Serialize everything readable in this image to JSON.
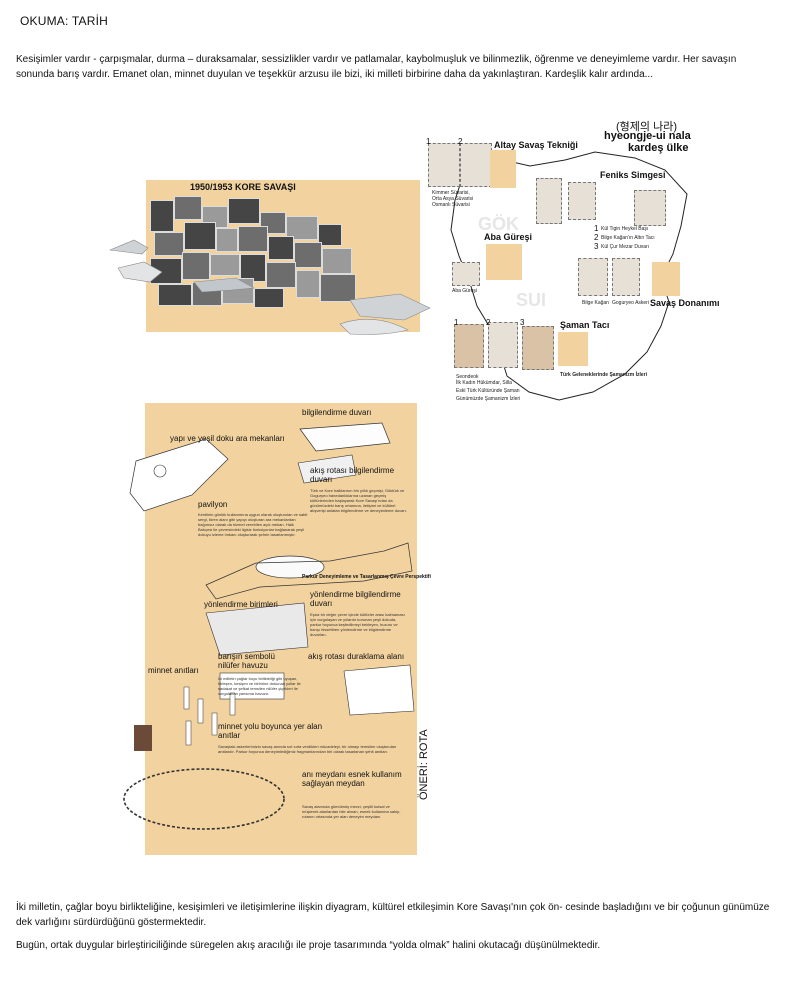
{
  "title": "OKUMA: TARİH",
  "intro": "Kesişimler vardır - çarpışmalar, durma – duraksamalar, sessizlikler vardır ve patlamalar, kaybolmuşluk ve bilinmezlik, öğrenme ve deneyimleme vardır. Her savaşın sonunda barış vardır. Emanet olan, minnet duyulan ve teşekkür arzusu ile bizi, iki milleti birbirine daha da yakınlaştıran. Kardeşlik kalır ardında...",
  "war_panel": {
    "title": "1950/1953 KORE SAVAŞI"
  },
  "map": {
    "korean_title": "(형제의 나라)",
    "romanized": "hyeongje-ui nala",
    "subtitle": "kardeş ülke",
    "region_labels": [
      "GÖK",
      "SUI"
    ],
    "sections": [
      {
        "title": "Altay Savaş Tekniği",
        "numbers": [
          "1",
          "2"
        ],
        "notes": [
          "Kimmer Süvarisi,",
          "Orta Asya Süvarisi",
          "Osmanlı Süvarisi"
        ]
      },
      {
        "title": "Feniks Simgesi",
        "numbers": [
          "1",
          "2",
          "3"
        ],
        "notes": [
          "Kül Tigin Heykel Başı",
          "Bilge Kağan'ın Altın Tacı",
          "Kül Çur Mezar Duvarı"
        ]
      },
      {
        "title": "Aba Güreşi",
        "numbers": [],
        "notes": [
          "Aba Güreşi"
        ]
      },
      {
        "title": "Savaş Donanımı",
        "numbers": [],
        "notes": [
          "Bilge Kağan",
          "Goguryeo Askeri"
        ]
      },
      {
        "title": "Şaman Tacı",
        "numbers": [
          "1",
          "2",
          "3"
        ],
        "notes": [
          "Seondeok",
          "İlk Kadın Hükümdar, Silla",
          "Eski Türk Kültüründe Şaman",
          "Günümüzde Şamanizm İzleri"
        ]
      },
      {
        "title": "Türk Geleneklerinde Şamanizm İzleri",
        "numbers": [],
        "notes": []
      }
    ]
  },
  "route": {
    "labels": [
      "bilgilendirme duvarı",
      "yapı ve yeşil doku ara mekanları",
      "akış rotası bilgilendirme duvarı",
      "pavilyon",
      "Parkur Deneyimleme ve Tasarlanmış Çevre Perspektifi",
      "yönlendirme birimleri",
      "yönlendirme bilgilendirme duvarı",
      "barışın sembolü nilüfer havuzu",
      "akış rotası duraklama alanı",
      "minnet anıtları",
      "minnet yolu boyunca yer alan anıtlar",
      "anı meydanı esnek kullanım sağlayan meydan"
    ],
    "vertical_label": "ÖNERİ: ROTA",
    "paragraphs": [
      "Türk ve Kore halklarının bin yıllık geçmişi, Göktürk ve Goguryeo hanedanlıklarına uzanan geçmiş kültürlerinden başlayarak Kore Savaşı'ndan da günümüzdeki barış ortamına, iletişimi ve kültürel alışverişi anlatan bilgilendirme ve deneyimleme duvarı.",
      "Kentlinin günlük kullanımına uygun olarak oluşturulan ve sabit sergi, tören alanı gibi yapıyı oluşturan ara mekanlardan bağımsız olarak da hizmet verebilen açık mekan. Halk Bahçesi ile çevresindeki ilgisiz fonksiyonlar bağlanarak yeşil dokuyu izleme imkanı oluşturarak şehrin tasarlanmıştır.",
      "Eşsiz bir değer çevre içinde kültürler arası kalmaması için vurgulayan ve yıllardır korunan yeşil dokuda, parkur boyunca keşfedilmeyi bekleyen, huzuru ve barışı hissettiren yönlendirme ve bilgilendirme duvarları.",
      "İki milletin çağlar boyu birlikteliği gibi uyuşan, birleşen, kesişen ve birbirine dokunan yollar ile sadakat ve şefkat temsilen nilüfer çiçekleri ile vurgulanan yansıma havuzu.",
      "Savaştaki askerlerimizin savaş anında sırt sırta verdikleri mücadeleyi, bir olmayı temsilen oluşturulan anıtlardır. Parkur boyunca deneyimlediğimiz fragmanlarından biri olarak tasarlanan şehit anıtları.",
      "Savaş alanında gömülmüş mevzi, çeşitli kutsal ve müşterek alanlardan bile alınan, esnek kullanıma sahip, rotanın ortasında yer alan deneyim meydanı."
    ]
  },
  "outro": [
    "İki milletin, çağlar boyu birlikteliğine, kesişimleri ve iletişimlerine ilişkin diyagram, kültürel etkileşimin Kore Savaşı'nın çok ön- cesinde başladığını ve bir çoğunun günümüze dek varlığını sürdürdüğünü göstermektedir.",
    "Bugün, ortak duygular birleştiriciliğinde süregelen akış aracılığı ile proje tasarımında “yolda olmak” halini okutacağı düşünülmektedir."
  ],
  "colors": {
    "beige": "#f2d3a0",
    "text": "#111111"
  }
}
